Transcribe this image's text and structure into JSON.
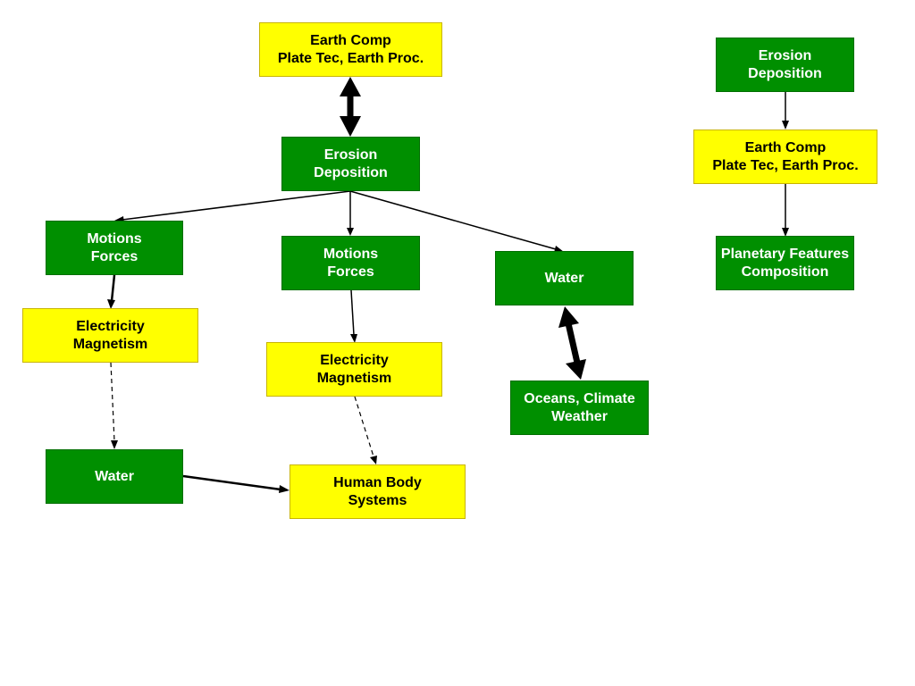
{
  "colors": {
    "green_box": "#008f00",
    "yellow_box": "#ffff00",
    "green_text": "#ffffff",
    "yellow_text": "#000000",
    "arrow": "#000000"
  },
  "nodes": {
    "earth_comp_top": {
      "line1": "Earth Comp",
      "line2": "Plate Tec, Earth Proc.",
      "color": "yellow"
    },
    "erosion_center": {
      "line1": "Erosion",
      "line2": "Deposition",
      "color": "green"
    },
    "motions_left": {
      "line1": "Motions",
      "line2": "Forces",
      "color": "green"
    },
    "motions_center": {
      "line1": "Motions",
      "line2": "Forces",
      "color": "green"
    },
    "water_right": {
      "line1": "Water",
      "line2": "",
      "color": "green"
    },
    "electricity_left": {
      "line1": "Electricity",
      "line2": "Magnetism",
      "color": "yellow"
    },
    "electricity_center": {
      "line1": "Electricity",
      "line2": "Magnetism",
      "color": "yellow"
    },
    "oceans": {
      "line1": "Oceans, Climate",
      "line2": "Weather",
      "color": "green"
    },
    "water_left": {
      "line1": "Water",
      "line2": "",
      "color": "green"
    },
    "human_body": {
      "line1": "Human Body",
      "line2": "Systems",
      "color": "yellow"
    },
    "erosion_far_right": {
      "line1": "Erosion",
      "line2": "Deposition",
      "color": "green"
    },
    "earth_comp_right": {
      "line1": "Earth Comp",
      "line2": "Plate Tec, Earth Proc.",
      "color": "yellow"
    },
    "planetary": {
      "line1": "Planetary Features",
      "line2": "Composition",
      "color": "green"
    }
  },
  "edges": [
    {
      "from": "earth_comp_top",
      "to": "erosion_center",
      "style": "double-bold"
    },
    {
      "from": "erosion_center",
      "to": "motions_left",
      "style": "thin"
    },
    {
      "from": "erosion_center",
      "to": "motions_center",
      "style": "thin"
    },
    {
      "from": "erosion_center",
      "to": "water_right",
      "style": "thin"
    },
    {
      "from": "motions_left",
      "to": "electricity_left",
      "style": "medium"
    },
    {
      "from": "motions_center",
      "to": "electricity_center",
      "style": "thin"
    },
    {
      "from": "water_right",
      "to": "oceans",
      "style": "double-bold"
    },
    {
      "from": "electricity_left",
      "to": "water_left",
      "style": "dashed"
    },
    {
      "from": "electricity_center",
      "to": "human_body",
      "style": "dashed"
    },
    {
      "from": "water_left",
      "to": "human_body",
      "style": "medium"
    },
    {
      "from": "erosion_far_right",
      "to": "earth_comp_right",
      "style": "thin"
    },
    {
      "from": "earth_comp_right",
      "to": "planetary",
      "style": "thin"
    }
  ]
}
